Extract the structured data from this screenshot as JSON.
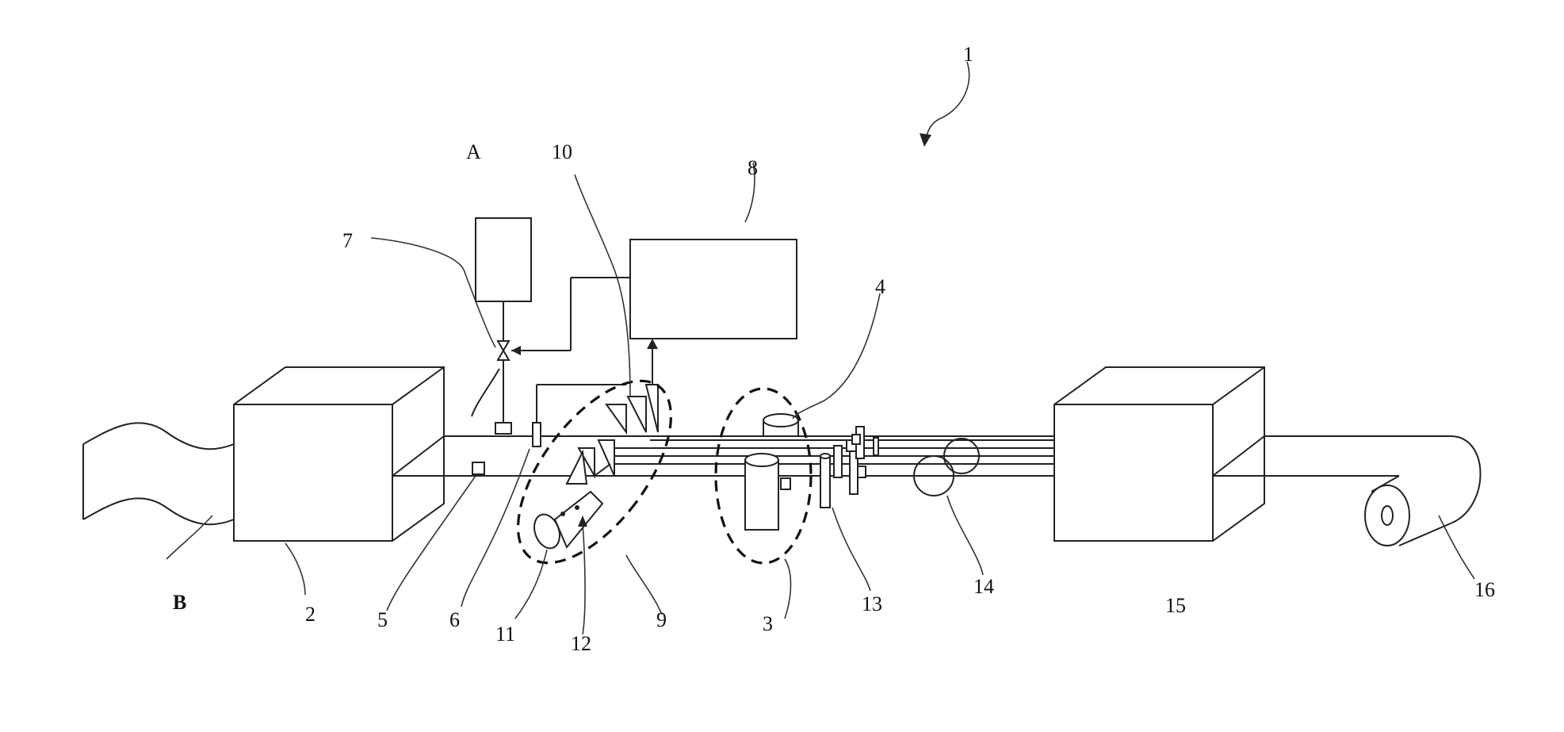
{
  "labels": {
    "system": "1",
    "a": "A",
    "b": "B",
    "n2": "2",
    "n3": "3",
    "n4": "4",
    "n5": "5",
    "n6": "6",
    "n7": "7",
    "n8": "8",
    "n9": "9",
    "n10": "10",
    "n11": "11",
    "n12": "12",
    "n13": "13",
    "n14": "14",
    "n15": "15",
    "n16": "16"
  }
}
